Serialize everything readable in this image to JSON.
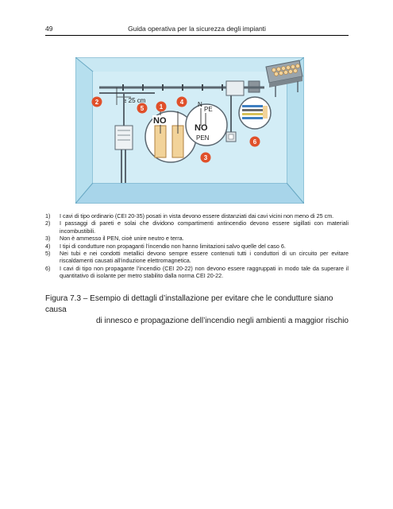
{
  "header": {
    "page_number": "49",
    "running_title": "Guida operativa per la sicurezza degli impianti"
  },
  "figure": {
    "distance_label": "≥ 25 cm",
    "no_label_1": "NO",
    "no_label_2": "NO",
    "conductor_n": "N",
    "conductor_pe": "PE",
    "conductor_pen": "PEN",
    "markers": [
      "1",
      "2",
      "3",
      "4",
      "5",
      "6"
    ],
    "colors": {
      "wall": "#c9e8f3",
      "floor": "#a8d5ea",
      "conduit": "#5b6770",
      "marker": "#e0502a"
    }
  },
  "notes": [
    {
      "num": "1)",
      "text": "I cavi di tipo ordinario (CEI 20-35) posati in vista devono essere distanziati dai cavi vicini non meno di 25 cm."
    },
    {
      "num": "2)",
      "text": "I passaggi di pareti e solai che dividono compartimenti antincendio devono essere sigillati con materiali incombustibili."
    },
    {
      "num": "3)",
      "text": "Non è ammesso il PEN, cioè unire neutro e terra."
    },
    {
      "num": "4)",
      "text": "I tipi di condutture non propaganti l’incendio non hanno limitazioni salvo quelle del caso 6."
    },
    {
      "num": "5)",
      "text": "Nei tubi e nei condotti metallici devono sempre essere contenuti tutti i conduttori di un circuito per evitare riscaldamenti causati all’induzione elettromagnetica."
    },
    {
      "num": "6)",
      "text": "I cavi di tipo non propagante l’incendio (CEI 20-22) non devono essere raggruppati in modo tale da superare il quantitativo di isolante per metro stabilito dalla norma CEI 20-22."
    }
  ],
  "caption": {
    "line1": "Figura 7.3 – Esempio di dettagli d’installazione per evitare che le condutture siano causa",
    "line2": "di innesco e propagazione dell’incendio negli ambienti a maggior rischio"
  }
}
